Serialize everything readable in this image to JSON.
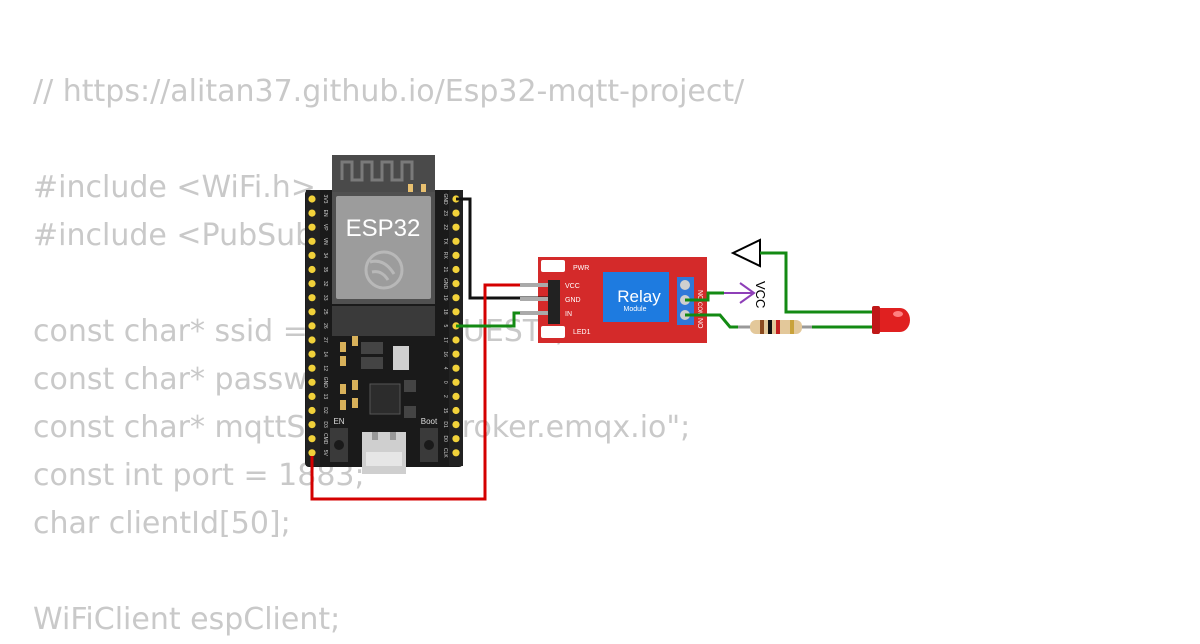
{
  "code_lines": [
    "// https://alitan37.github.io/Esp32-mqtt-project/",
    "",
    "#include <WiFi.h>",
    "#include <PubSubClient.h>",
    "",
    "const char* ssid = \"Wokwi-GUEST\";",
    "const char* password = \"\";",
    "const char* mqttServer = \"broker.emqx.io\";",
    "const int port = 1883;",
    "char clientId[50];",
    "",
    "WiFiClient espClient;"
  ],
  "esp32": {
    "label": "ESP32",
    "left_pins": [
      "3V3",
      "EN",
      "VP",
      "VN",
      "34",
      "35",
      "32",
      "33",
      "25",
      "26",
      "27",
      "14",
      "12",
      "GND",
      "13",
      "D2",
      "D3",
      "CMD",
      "5V"
    ],
    "right_pins": [
      "GND",
      "23",
      "22",
      "TX",
      "RX",
      "21",
      "GND",
      "19",
      "18",
      "5",
      "17",
      "16",
      "4",
      "0",
      "2",
      "15",
      "D1",
      "D0",
      "CLK"
    ],
    "button_en": "EN",
    "button_boot": "Boot"
  },
  "relay": {
    "label": "Relay",
    "sublabel": "Module",
    "led_pwr": "PWR",
    "led1": "LED1",
    "pins": [
      "VCC",
      "GND",
      "IN"
    ],
    "terminals": [
      "NC",
      "COM",
      "NO"
    ]
  },
  "vcc_label": "VCC",
  "colors": {
    "code": "#c9c9c9",
    "board": "#1a1a1a",
    "relay": "#d42a2a",
    "relay_blue": "#1e7be0",
    "wire_black": "#111111",
    "wire_red": "#d40000",
    "wire_green": "#138a13",
    "wire_purple": "#8e3fb8",
    "led": "#e02020"
  }
}
